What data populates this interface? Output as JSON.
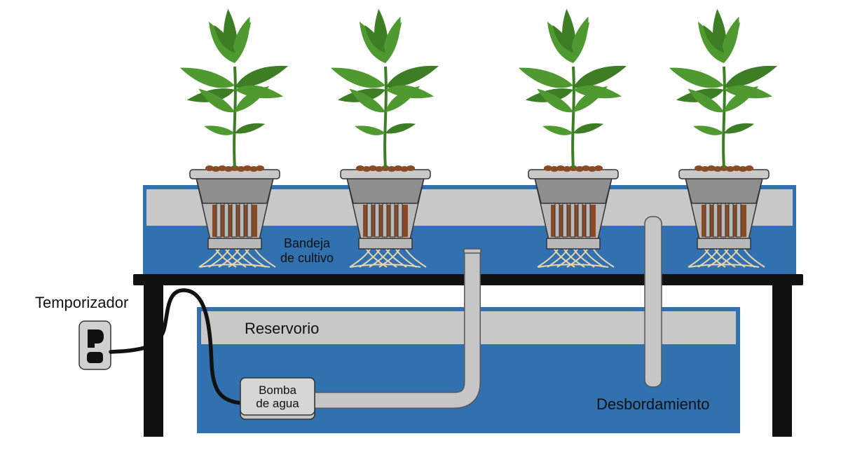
{
  "labels": {
    "grow_tray": [
      "Bandeja",
      "de cultivo"
    ],
    "reservoir": "Reservorio",
    "timer": "Temporizador",
    "pump": [
      "Bomba",
      "de agua"
    ],
    "overflow": "Desbordamiento"
  },
  "colors": {
    "water": "#3271b0",
    "water_border": "#2b5c90",
    "water_top": "#c8c8c8",
    "table": "#111111",
    "pipe": "#c6c6c6",
    "pipe_stroke": "#555555",
    "pot": "#b9b9b9",
    "pot_dark": "#8e8e8e",
    "clay": "#8a4a25",
    "leaf": "#4f9a30",
    "leaf_dark": "#3d7d24",
    "root": "#e8d7ad",
    "outlet": "#d0d0d0",
    "cable": "#111111"
  },
  "plants": {
    "count": 4
  }
}
